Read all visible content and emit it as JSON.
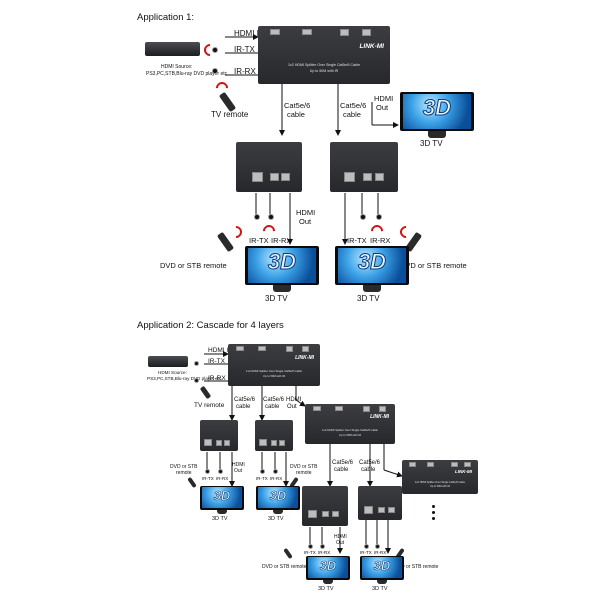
{
  "app1": {
    "title": "Application 1:",
    "labels": {
      "hdmi_in": "HDMI In",
      "ir_tx": "IR-TX",
      "ir_rx": "IR-RX",
      "tv_remote": "TV remote",
      "source_line1": "HDMI Source:",
      "source_line2": "PS3,PC,STB,Blu-ray DVD player etc",
      "cable_a1": "Cat5e/6",
      "cable_a2": "cable",
      "cable_b1": "Cat5e/6",
      "cable_b2": "cable",
      "hdmi_out_1": "HDMI",
      "hdmi_out_2": "Out",
      "tv_label": "3D TV",
      "rx1_irtx": "IR-TX",
      "rx1_irrx": "IR-RX",
      "rx1_hdmi1": "HDMI",
      "rx1_hdmi2": "Out",
      "rx1_remote": "DVD or STB remote",
      "rx1_tv": "3D TV",
      "rx2_irtx": "IR-TX",
      "rx2_irrx": "IR-RX",
      "rx2_remote": "DVD or STB remote",
      "rx2_tv": "3D TV"
    },
    "device": {
      "brand": "LINK-MI",
      "line1": "1x2 HDMI Splitter Over Single Cat5e/6 Cable",
      "line2": "Up to 50M with IR"
    }
  },
  "app2": {
    "title": "Application 2: Cascade for 4 layers",
    "labels": {
      "hdmi_in": "HDMI In",
      "ir_tx": "IR-TX",
      "ir_rx": "IR-RX",
      "tv_remote": "TV remote",
      "source_line1": "HDMI Source:",
      "source_line2": "PS3,PC,STB,Blu-ray DVD player etc",
      "l1_cable_a1": "Cat5e/6",
      "l1_cable_a2": "cable",
      "l1_cable_b1": "Cat5e/6",
      "l1_cable_b2": "cable",
      "l1_hdmi1": "HDMI",
      "l1_hdmi2": "Out",
      "l2_cable_a1": "Cat5e/6",
      "l2_cable_a2": "cable",
      "l2_cable_b1": "Cat5e/6",
      "l2_cable_b2": "cable",
      "rx_a_remote1": "DVD or STB",
      "rx_a_remote2": "remote",
      "rx_a_hdmi1": "HDMI",
      "rx_a_hdmi2": "Out",
      "rx_a_irtx": "IR-TX",
      "rx_a_irrx": "IR-RX",
      "rx_a_tv": "3D TV",
      "rx_b_irtx": "IR-TX",
      "rx_b_irrx": "IR-RX",
      "rx_b_remote1": "DVD or STB",
      "rx_b_remote2": "remote",
      "rx_b_tv": "3D TV",
      "rx_c_irtx": "IR-TX",
      "rx_c_irrx": "IR-RX",
      "rx_c_hdmi1": "HDMI",
      "rx_c_hdmi2": "Out",
      "rx_c_remote": "DVD or STB remote",
      "rx_c_tv": "3D TV",
      "rx_d_irtx": "IR-TX",
      "rx_d_irrx": "IR-RX",
      "rx_d_remote": "DVD or STB remote",
      "rx_d_tv": "3D TV"
    },
    "device": {
      "brand": "LINK-MI",
      "line1": "1x2 HDMI Splitter Over Single Cat5e/6 Cable",
      "line2": "Up to 50M with IR"
    }
  },
  "tv_logo": "3D",
  "colors": {
    "device": "#2f3134",
    "ir_wave": "#d01515",
    "tv_screen": "#3aa0e6",
    "wire": "#111111"
  }
}
